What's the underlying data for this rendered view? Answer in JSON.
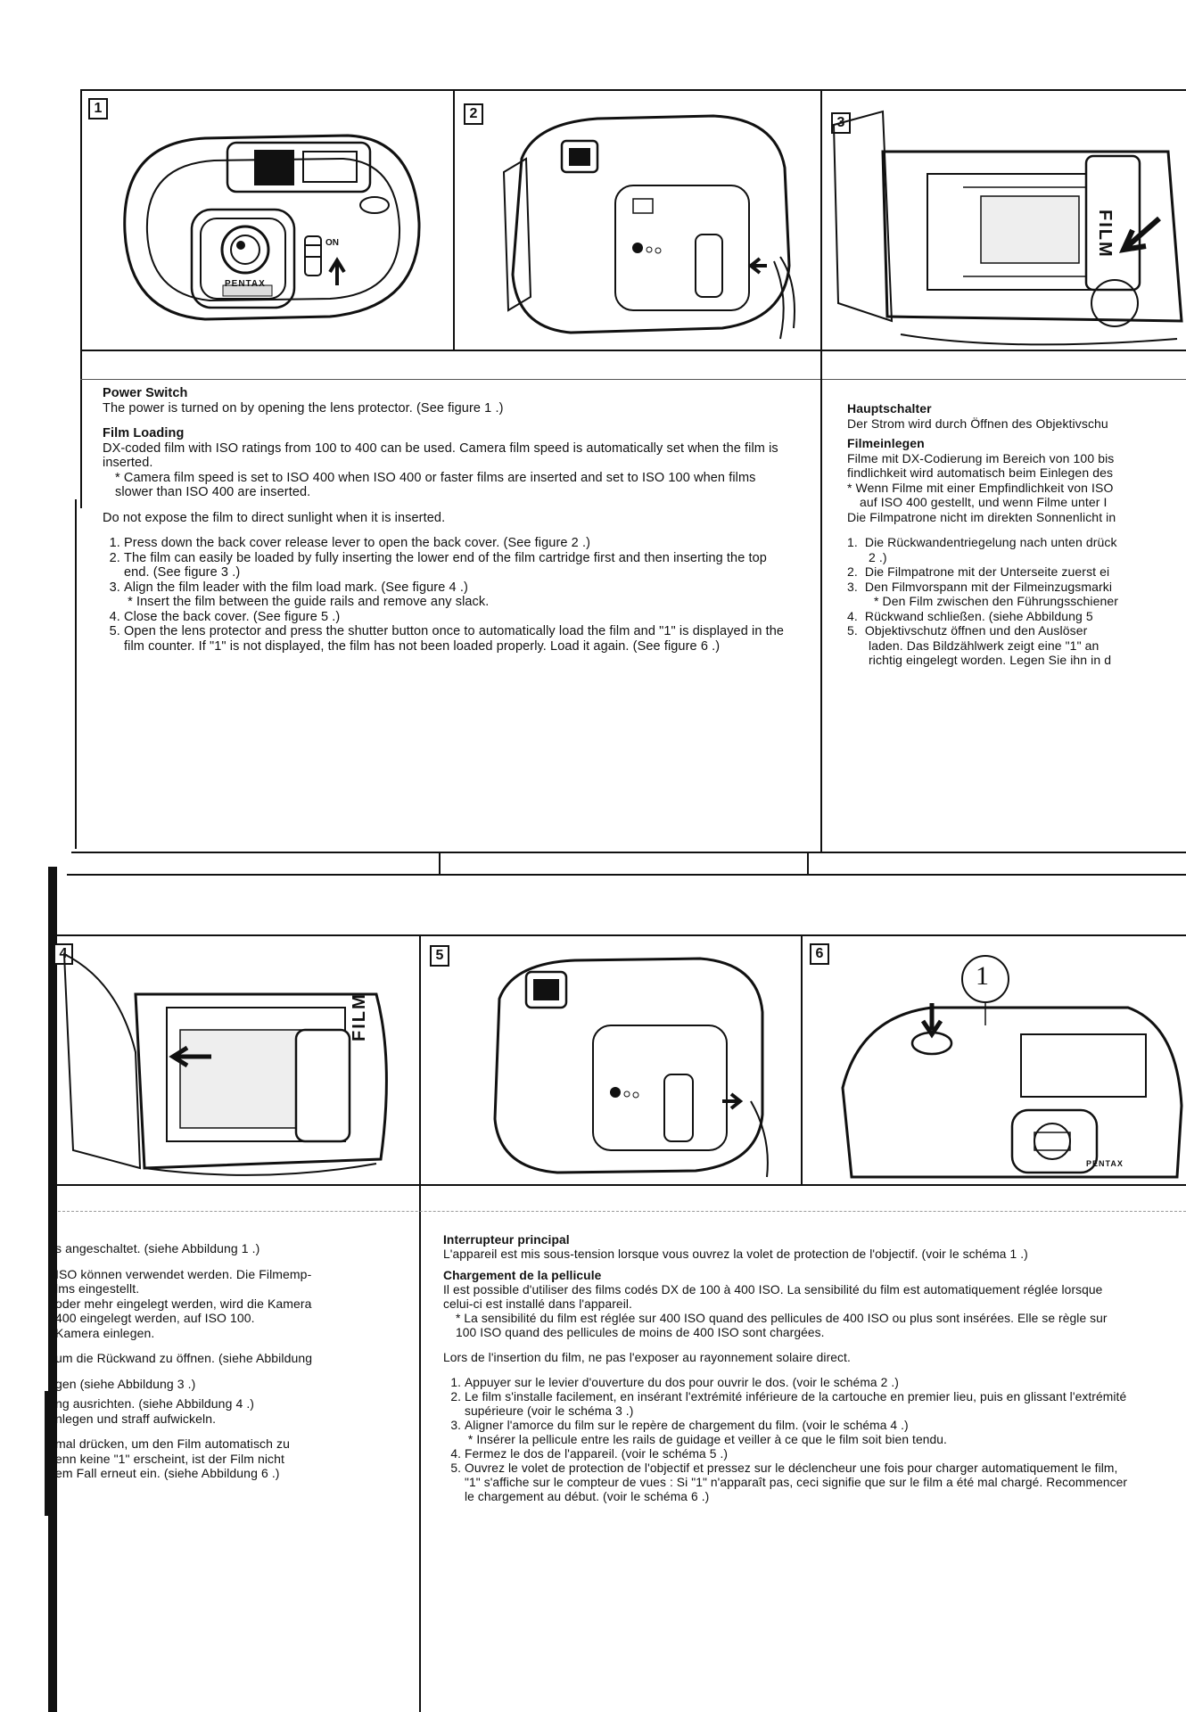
{
  "figures": {
    "f1": {
      "label": "1",
      "brand": "PENTAX",
      "switch_text": "ON"
    },
    "f2": {
      "label": "2"
    },
    "f3": {
      "label": "3",
      "film_text": "FILM"
    },
    "f4": {
      "label": "4",
      "film_text": "FILM"
    },
    "f5": {
      "label": "5"
    },
    "f6": {
      "label": "6",
      "counter": "1",
      "brand": "PENTAX"
    }
  },
  "english": {
    "power_title": "Power Switch",
    "power_text": "The power is turned on by opening the lens protector. (See figure 1 .)",
    "loading_title": "Film Loading",
    "loading_text": "DX-coded film with ISO ratings from 100 to 400 can be used. Camera film speed is automatically set when the film is inserted.",
    "loading_note": "Camera film speed is set to ISO 400 when ISO 400 or faster films are inserted and set to ISO 100 when films slower than ISO 400 are inserted.",
    "warning": "Do not expose the film to direct sunlight when it is inserted.",
    "steps": [
      "Press down the back cover release lever to open the back cover. (See figure 2 .)",
      "The film can easily be loaded by fully inserting the lower end of the film cartridge first and then inserting the top end. (See figure 3 .)",
      "Align the film leader with the film load mark. (See figure 4 .)",
      "Close the back cover. (See figure 5 .)",
      "Open the lens protector and press the shutter button once to automatically load the film and \"1\" is displayed in the film counter. If \"1\" is not displayed, the film has not been loaded properly. Load it again. (See figure 6 .)"
    ],
    "step3_note": "Insert the film between the guide rails and remove any slack."
  },
  "german_right": {
    "power_title": "Hauptschalter",
    "power_text": "Der Strom wird durch Öffnen des Objektivschu",
    "loading_title": "Filmeinlegen",
    "lines": [
      "Filme mit DX-Codierung im Bereich von 100 bis",
      "findlichkeit wird automatisch beim Einlegen des",
      "* Wenn Filme mit einer Empfindlichkeit von ISO",
      "auf ISO 400 gestellt, und wenn Filme unter I",
      "Die Filmpatrone nicht im direkten Sonnenlicht in"
    ],
    "steps": [
      "Die Rückwandentriegelung nach unten drück",
      "2 .)",
      "Die Filmpatrone mit der Unterseite zuerst ei",
      "Den Filmvorspann mit der Filmeinzugsmarki",
      "* Den Film zwischen den Führungsschiener",
      "Rückwand schließen. (siehe Abbildung 5",
      "Objektivschutz öffnen und den Auslöser",
      "laden. Das Bildzählwerk zeigt eine \"1\" an",
      "richtig eingelegt worden. Legen Sie ihn in d"
    ]
  },
  "german_left": {
    "lines": [
      "s angeschaltet. (siehe Abbildung 1 .)",
      "ISO können verwendet werden. Die Filmemp-",
      "lms eingestellt.",
      "oder mehr eingelegt werden, wird die Kamera",
      "400 eingelegt werden, auf ISO 100.",
      "Kamera einlegen.",
      "um die Rückwand zu öffnen. (siehe Abbildung",
      "gen (siehe Abbildung 3 .)",
      "ng ausrichten. (siehe Abbildung 4 .)",
      "nlegen und straff aufwickeln.",
      "mal drücken, um den Film automatisch zu",
      "enn keine \"1\" erscheint, ist der Film nicht",
      "em Fall erneut ein. (siehe Abbildung 6 .)"
    ]
  },
  "french": {
    "power_title": "Interrupteur principal",
    "power_text": "L'appareil est mis sous-tension lorsque vous ouvrez la volet de protection de l'objectif. (voir le schéma 1 .)",
    "loading_title": "Chargement de la pellicule",
    "loading_text": "Il est possible d'utiliser des films codés DX de 100 à 400 ISO. La sensibilité du film est automatiquement réglée lorsque celui-ci est installé dans l'appareil.",
    "loading_note": "La sensibilité du film est réglée sur 400 ISO quand des pellicules de 400 ISO ou plus sont insérées. Elle se règle sur 100 ISO quand des pellicules de moins de 400 ISO sont chargées.",
    "warning": "Lors de l'insertion du film, ne pas l'exposer au rayonnement solaire direct.",
    "steps": [
      "Appuyer sur le levier d'ouverture du dos pour ouvrir le dos. (voir le schéma 2 .)",
      "Le film s'installe facilement, en insérant l'extrémité inférieure de la cartouche en premier lieu, puis en glissant l'extrémité supérieure (voir le schéma 3 .)",
      "Aligner l'amorce du film sur le repère de chargement du film. (voir le schéma 4 .)",
      "Fermez le dos de l'appareil. (voir le schéma 5 .)",
      "Ouvrez le volet de protection de l'objectif et pressez sur le déclencheur une fois pour charger automatiquement le film, \"1\" s'affiche sur le compteur de vues : Si \"1\" n'apparaît pas, ceci signifie que sur le film a été mal chargé. Recommencer le chargement au début. (voir le schéma 6 .)"
    ],
    "step3_note": "Insérer la pellicule entre les rails de guidage et veiller à ce que le film soit bien tendu."
  }
}
